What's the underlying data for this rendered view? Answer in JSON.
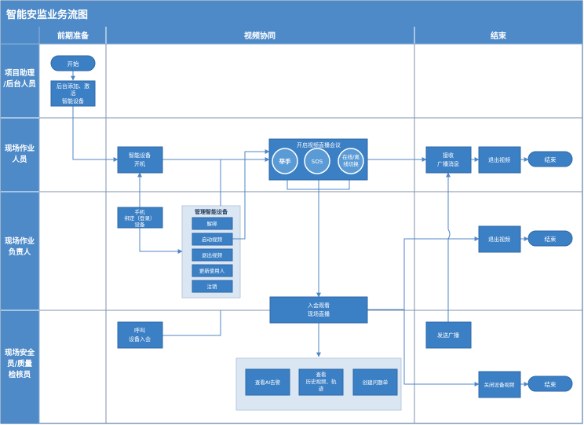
{
  "title": "智能安监业务流图",
  "phases": {
    "prep": "前期准备",
    "video": "视频协同",
    "end": "结束"
  },
  "lanes": {
    "assistant": [
      "项目助理",
      "/后台人员"
    ],
    "worker": [
      "现场作业",
      "人员"
    ],
    "leader": [
      "现场作业",
      "负责人"
    ],
    "inspector": [
      "现场安全",
      "员/质量",
      "检核员"
    ]
  },
  "nodes": {
    "start": "开始",
    "add_device": [
      "后台添加、激",
      "活",
      "智能设备"
    ],
    "device_on": [
      "智能设备",
      "开机"
    ],
    "conference": "开启视频直播会议",
    "raise_hand": "举手",
    "sos": "SOS",
    "online_switch": [
      "在线/离",
      "线切换"
    ],
    "receive_broadcast": [
      "接收",
      "广播消息"
    ],
    "worker_exit": "退出视频",
    "worker_end": "结束",
    "phone_bind": [
      "手机",
      "绑定（登录）",
      "设备"
    ],
    "manage_title": "管理智能设备",
    "manage_items": [
      "解绑",
      "启动视频",
      "退出视频",
      "更新使用人",
      "注销"
    ],
    "leader_exit": "退出视频",
    "leader_end": "结束",
    "join_watch": [
      "入会观看",
      "现场直播"
    ],
    "call_device": [
      "呼叫",
      "设备入会"
    ],
    "send_broadcast": "发送广播",
    "view_ai": "查看AI告警",
    "view_history": [
      "查看",
      "历史视频、轨",
      "迹"
    ],
    "create_issue": "创建问题单",
    "close_video": "关闭设备视频",
    "inspector_end": "结束"
  },
  "colors": {
    "header_blue": "#4e8ac8",
    "node_blue": "#3b7fc4",
    "node_border": "#2f6aa8",
    "circle_blue": "#5b9bd5",
    "panel_fill": "#dbe6f3",
    "panel_border": "#b8c9de",
    "line": "#4f86c6",
    "grid": "#7f93ad"
  }
}
